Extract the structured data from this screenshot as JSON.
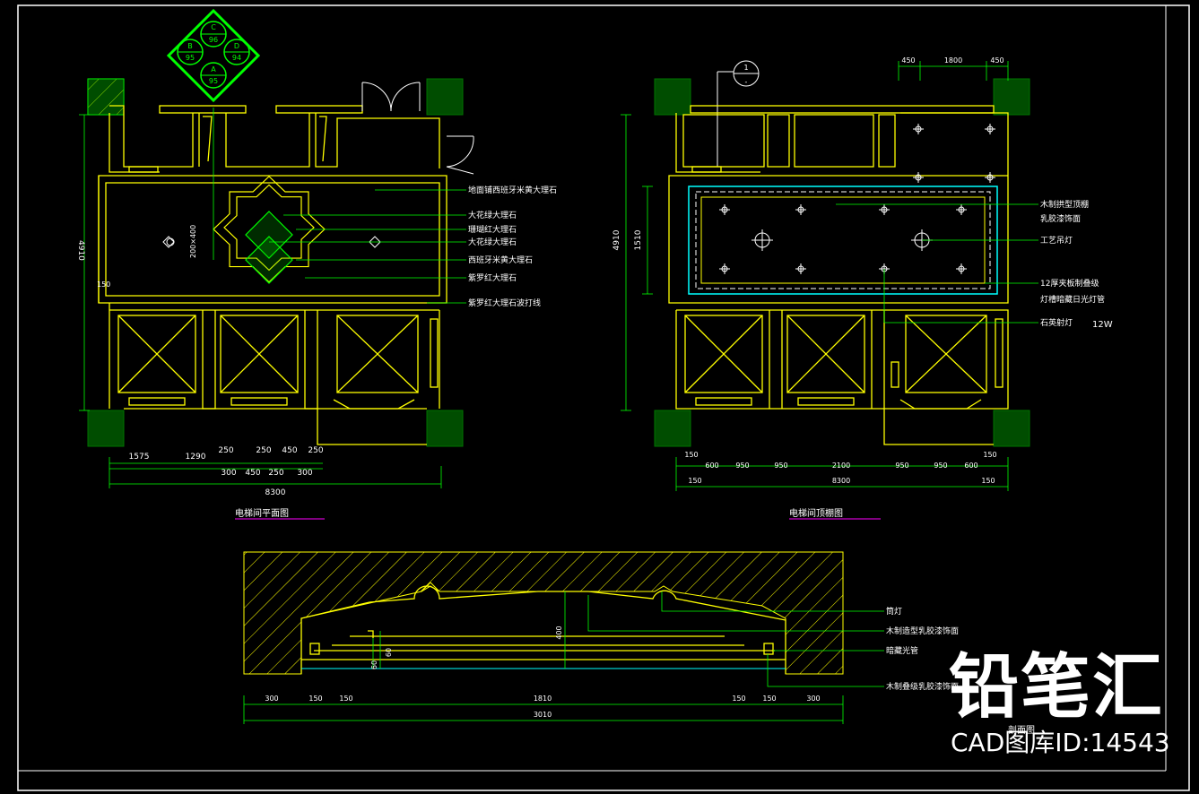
{
  "colors": {
    "background": "#000000",
    "wall": "#ffff00",
    "dimension": "#00ff00",
    "leader": "#00ff00",
    "ceiling": "#00ffff",
    "underline": "#ff00ff",
    "text": "#ffffff",
    "pillar": "#00cc00",
    "frame": "#ffffff"
  },
  "titles": {
    "plan": "电梯间平面图",
    "ceiling": "电梯间顶棚图",
    "section": "剖面图"
  },
  "compass": {
    "c": "C",
    "c_num": "96",
    "b": "B",
    "b_num": "95",
    "d": "D",
    "d_num": "94",
    "a": "A",
    "a_num": "95"
  },
  "section_marker": {
    "top": "1",
    "bottom": "-"
  },
  "plan": {
    "labels": [
      "地面铺西班牙米黄大理石",
      "大花绿大理石",
      "珊瑚红大理石",
      "大花绿大理石",
      "西班牙米黄大理石",
      "紫罗红大理石",
      "紫罗红大理石波打线"
    ],
    "vertical_dim": "4910",
    "tile_note": "200×400",
    "side_dim": "150",
    "dims_row1": [
      "1575",
      "1290",
      "250",
      "250",
      "450",
      "250"
    ],
    "dims_row2": [
      "300",
      "450",
      "250",
      "300"
    ],
    "total": "8300"
  },
  "ceiling": {
    "labels": [
      "木制拱型顶棚",
      "乳胶漆饰面",
      "工艺吊灯",
      "12厚夹板制叠级",
      "灯槽暗藏日光灯管",
      "石英射灯"
    ],
    "power": "12W",
    "top_dims": [
      "450",
      "1800",
      "450"
    ],
    "vertical_dim": "4910",
    "inner_dim": "1510",
    "dims_row1": [
      "150",
      "600",
      "950",
      "950",
      "2100",
      "950",
      "950",
      "600",
      "150"
    ],
    "dims_row2": [
      "150",
      "8300",
      "150"
    ]
  },
  "section": {
    "labels": [
      "筒灯",
      "木制造型乳胶漆饰面",
      "暗藏光管",
      "木制叠级乳胶漆饰面"
    ],
    "height": "400",
    "step1": "60",
    "step2": "60",
    "dims": [
      "300",
      "150",
      "150",
      "1810",
      "150",
      "150",
      "300"
    ],
    "total": "3010"
  },
  "watermark": {
    "brand": "铅笔汇",
    "id": "CAD图库ID:14543"
  }
}
